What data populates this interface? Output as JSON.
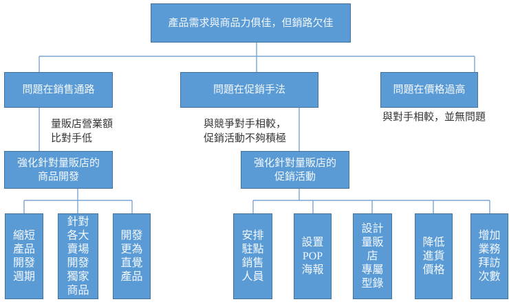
{
  "colors": {
    "node_fill": "#5B9BD5",
    "node_border": "#41719C",
    "node_text": "#F2F8FD",
    "connector_line": "#7BA3D4",
    "note_text": "#363636",
    "background": "#FFFFFF"
  },
  "diagram": {
    "type": "cause-analysis-flowchart",
    "root": "產品需求與商品力俱佳，但銷路欠佳",
    "branches": [
      {
        "problem": "問題在銷售通路",
        "note": "量販店營業額\n比對手低",
        "action": "強化針對量販店的\n商品開發",
        "measures": [
          "縮短\n產品\n開發\n週期",
          "針對\n各大\n賣場\n開發\n獨家\n商品",
          "開發\n更為\n直覺\n產品"
        ]
      },
      {
        "problem": "問題在促銷手法",
        "note": "與競爭對手相較，\n促銷活動不夠積極",
        "action": "強化針對量販店的\n促銷活動",
        "measures": [
          "安排\n駐點\n銷售\n人員",
          "設置\nPOP\n海報",
          "設計\n量販\n店\n專屬\n型錄",
          "降低\n進貨\n價格",
          "增加\n業務\n拜訪\n次數"
        ]
      },
      {
        "problem": "問題在價格過高",
        "note": "與對手相較，並無問題",
        "action": null,
        "measures": []
      }
    ]
  }
}
